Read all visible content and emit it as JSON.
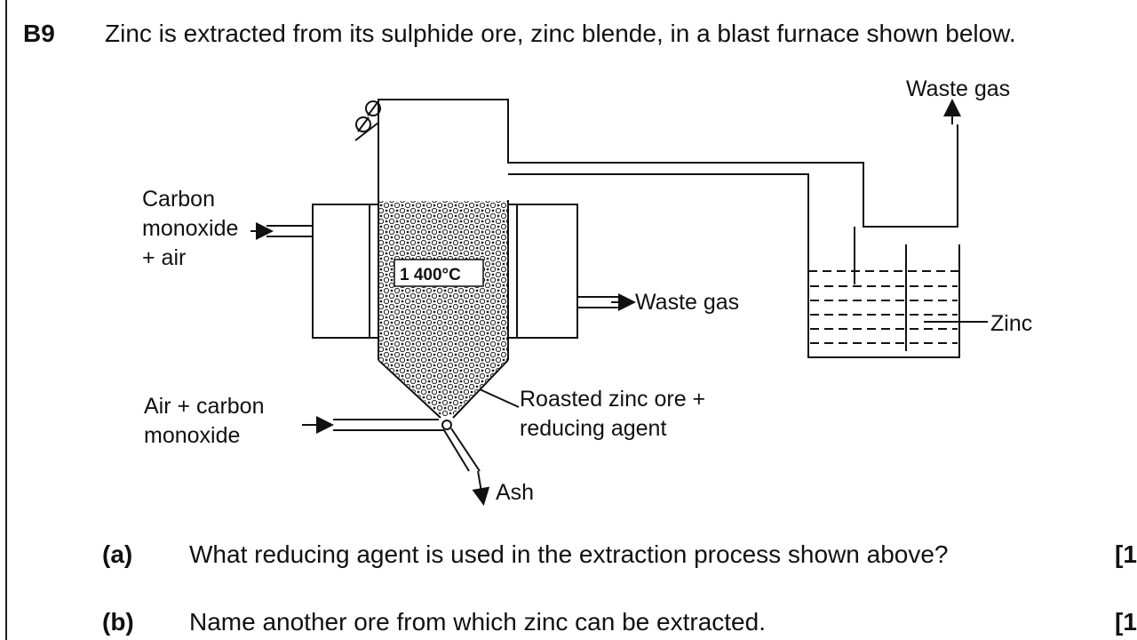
{
  "question": {
    "number": "B9",
    "stem": "Zinc is extracted from its sulphide ore, zinc blende, in a blast furnace shown below."
  },
  "diagram": {
    "labels": {
      "waste_gas_top": "Waste gas",
      "carbon_monoxide_air_line1": "Carbon",
      "carbon_monoxide_air_line2": "monoxide",
      "carbon_monoxide_air_line3": "+ air",
      "temperature": "1 400°C",
      "waste_gas_side": "Waste gas",
      "zinc": "Zinc",
      "air_carbon_line1": "Air + carbon",
      "air_carbon_line2": "monoxide",
      "roasted_line1": "Roasted zinc ore +",
      "roasted_line2": "reducing agent",
      "ash": "Ash"
    }
  },
  "parts": [
    {
      "label": "(a)",
      "text": "What reducing agent is used in the extraction process shown above?",
      "marks": "[1"
    },
    {
      "label": "(b)",
      "text": "Name another ore from which zinc can be extracted.",
      "marks": "[1"
    }
  ]
}
